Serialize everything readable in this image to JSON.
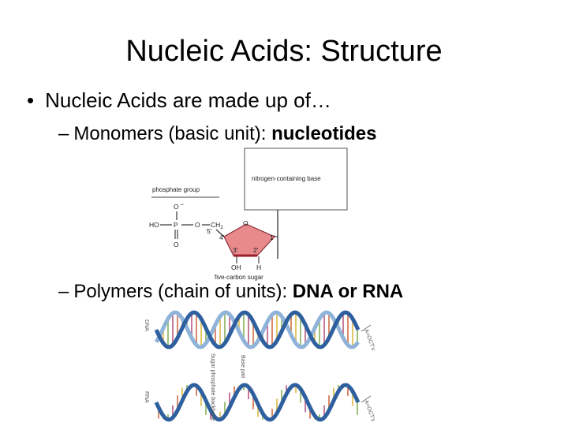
{
  "slide": {
    "title": "Nucleic Acids: Structure",
    "bullet": "Nucleic Acids are made up of…",
    "monomers": {
      "prefix": "Monomers (basic unit): ",
      "term": "nucleotides"
    },
    "polymers": {
      "prefix": "Polymers (chain of units): ",
      "term": "DNA or RNA"
    }
  },
  "nucleotide_diagram": {
    "base_label": "nitrogen-containing base",
    "phosphate_label": "phosphate group",
    "sugar_label": "five-carbon sugar",
    "atoms": {
      "o_minus": "O",
      "minus": "−",
      "ho": "HO",
      "p": "P",
      "o_bridge": "O",
      "ch2": "CH",
      "ch2_sub": "2",
      "o_double": "O",
      "ring_o": "O",
      "oh": "OH",
      "h": "H"
    },
    "positions": {
      "c5": "5'",
      "c4": "4'",
      "c3": "3'",
      "c2": "2'",
      "c1": "1'"
    },
    "colors": {
      "sugar_fill": "#e8898c",
      "sugar_stroke": "#8a2d38",
      "bond_highlight": "#9b1f2e"
    }
  },
  "helix_diagram": {
    "dna_label": "DNA",
    "rna_label": "RNA",
    "sugar_backbone_label": "Sugar phosphate backbone",
    "base_pair_label": "Base pair",
    "dna_end_label": "A=OCT's",
    "rna_end_label": "A=OCT's",
    "colors": {
      "strand_dark": "#2e5f9e",
      "strand_light": "#8fb3d9",
      "rung_a": "#d98a6b",
      "rung_b": "#e2c66a",
      "rung_c": "#9fc07b",
      "rung_d": "#c57a9b"
    }
  }
}
